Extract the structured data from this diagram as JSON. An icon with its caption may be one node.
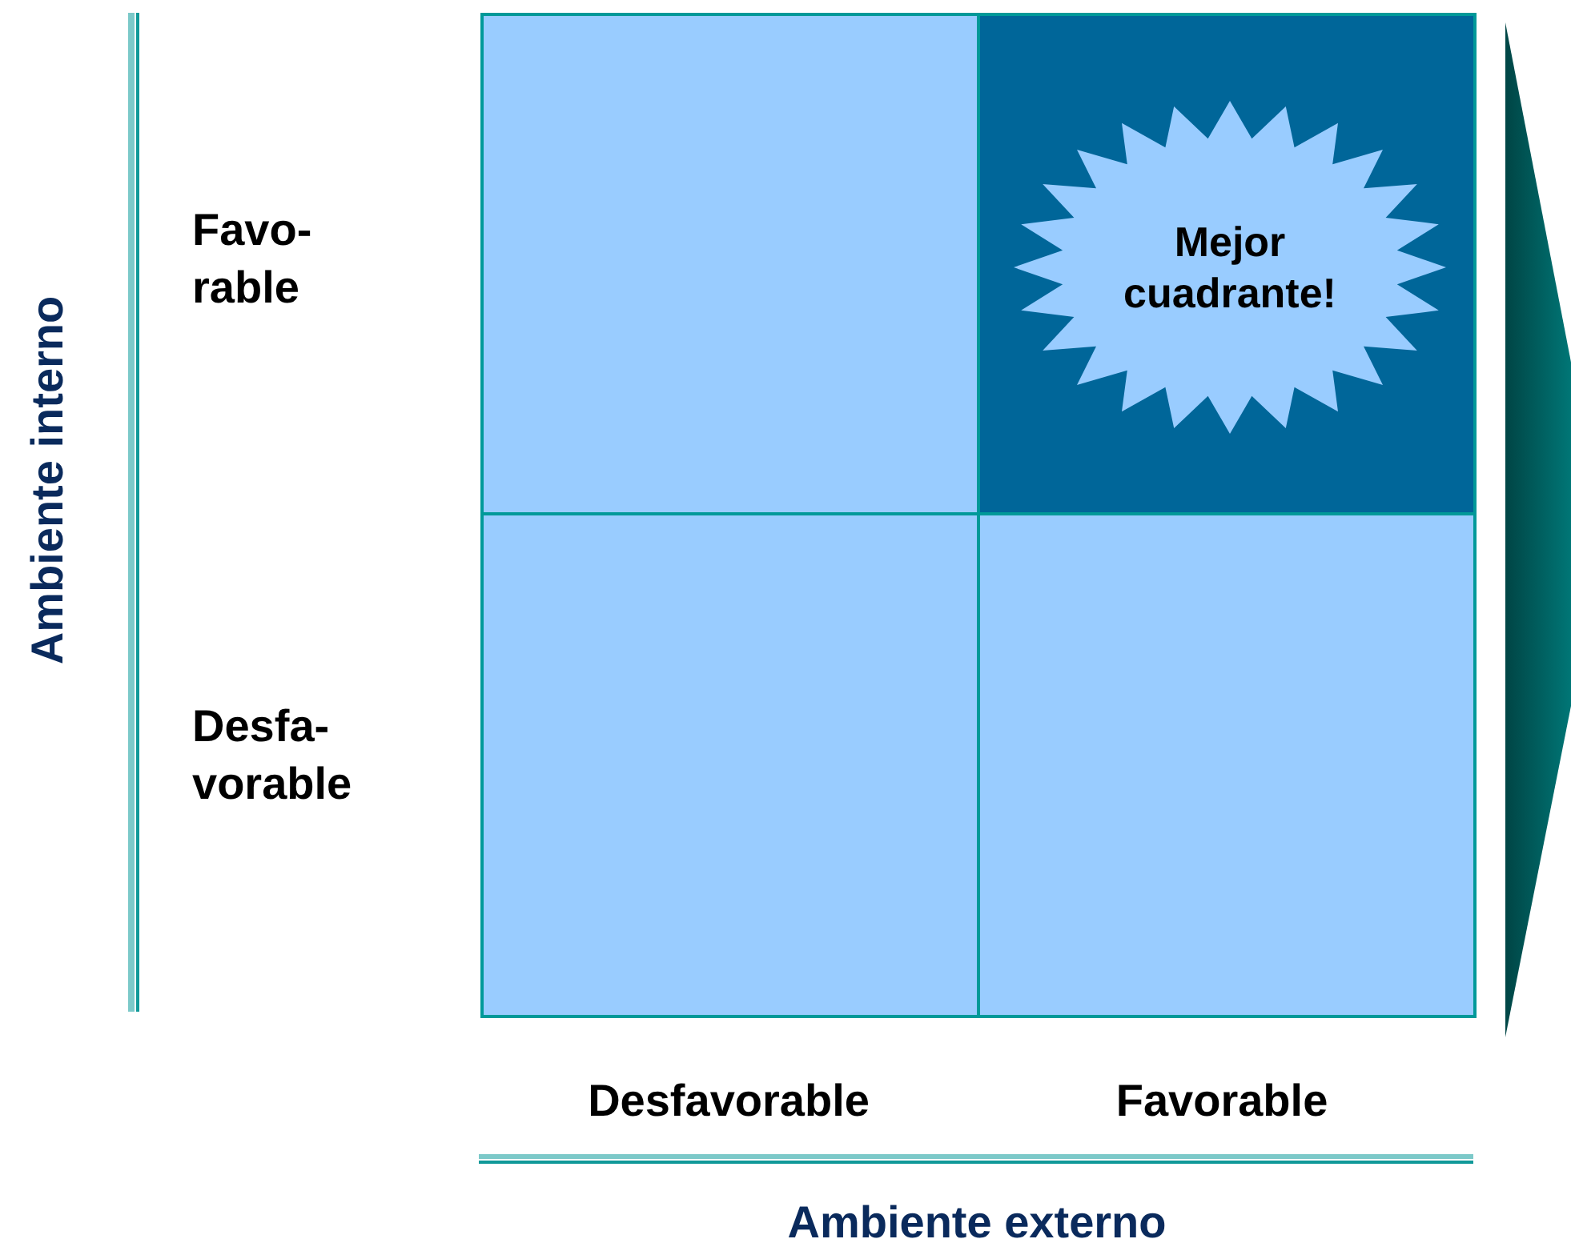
{
  "diagram": {
    "nodes": [
      {
        "text": [],
        "shape": "box"
      },
      {
        "text": [],
        "shape": "box"
      },
      {
        "text": [
          "Mejor cuadrante!"
        ],
        "in": 1
      },
      {
        "text": [],
        "shape": "box"
      },
      {
        "text": [],
        "shape": "box"
      }
    ],
    "labels": [
      "Ambiente interno",
      "Favo- rable",
      "Desfa- vorable",
      "Desfavorable",
      "Favorable",
      "Ambiente externo"
    ]
  }
}
